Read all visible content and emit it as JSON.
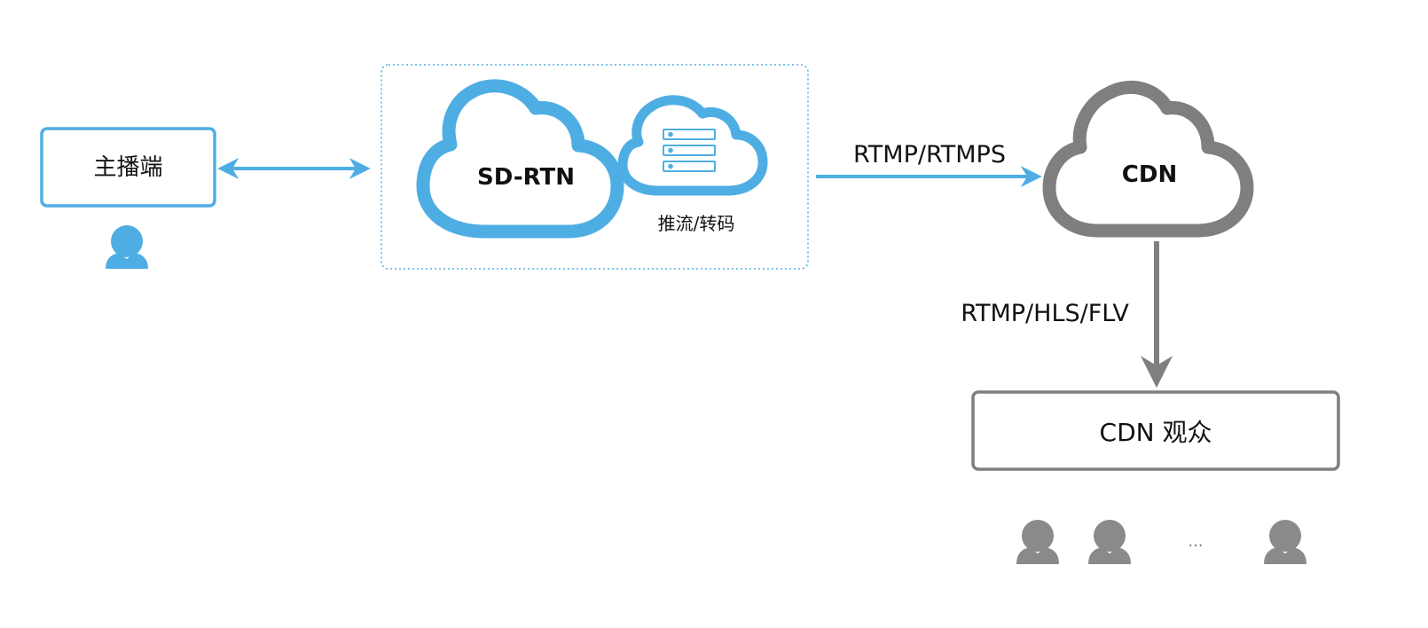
{
  "nodes": {
    "host": {
      "label": "主播端"
    },
    "sdrtn": {
      "label": "SD-RTN"
    },
    "transcode": {
      "label": "推流/转码"
    },
    "cdn": {
      "label": "CDN"
    },
    "viewers": {
      "label": "CDN 观众"
    }
  },
  "edges": {
    "push_protocol": "RTMP/RTMPS",
    "pull_protocol": "RTMP/HLS/FLV"
  },
  "ellipsis": "...",
  "colors": {
    "blue": "#4eaee3",
    "gray": "#7f7f7f",
    "text": "#111111"
  },
  "icons": [
    "user-icon",
    "server-icon",
    "cloud-icon"
  ]
}
